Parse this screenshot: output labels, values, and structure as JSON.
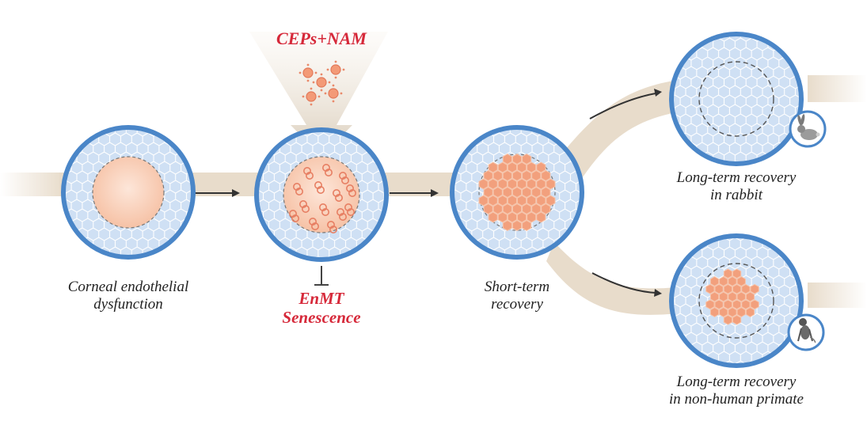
{
  "treatment": {
    "label": "CEPs+NAM"
  },
  "inhibition": {
    "line1": "EnMT",
    "line2": "Senescence"
  },
  "stages": [
    {
      "line1": "Corneal endothelial",
      "line2": "dysfunction"
    },
    {
      "line1": "Short-term",
      "line2": "recovery"
    },
    {
      "line1": "Long-term recovery",
      "line2": "in rabbit"
    },
    {
      "line1": "Long-term recovery",
      "line2": "in non-human primate"
    }
  ],
  "colors": {
    "accent_red": "#d6293a",
    "cornea_rim": "#4a86c8",
    "cornea_fill": "#cfe0f4",
    "cell_orange": "#f2a07d",
    "flow_band": "#e8dccb"
  },
  "icons": {
    "animal_1": "rabbit-icon",
    "animal_2": "primate-icon"
  }
}
